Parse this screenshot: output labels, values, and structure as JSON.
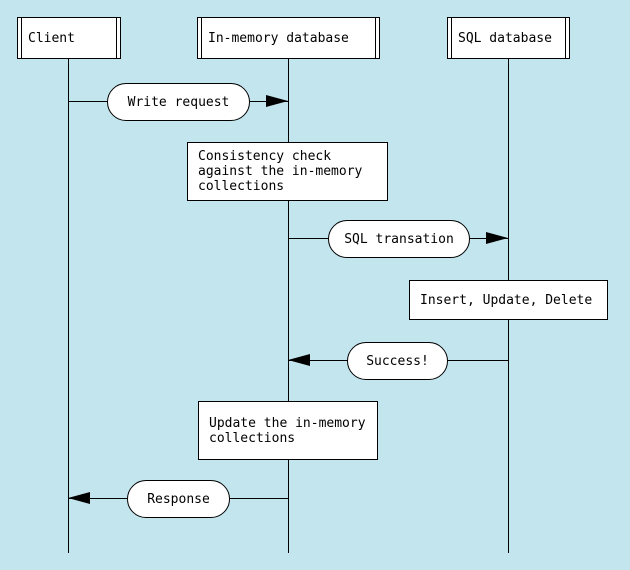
{
  "colors": {
    "canvas-bg": "#c3e5ee",
    "shape-fill": "#ffffff",
    "stroke": "#000000"
  },
  "diagram": {
    "type": "sequence-diagram",
    "actors": [
      {
        "label": "Client"
      },
      {
        "label": "In-memory database"
      },
      {
        "label": "SQL database"
      }
    ],
    "messages": [
      {
        "label": "Write request",
        "from": "Client",
        "to": "In-memory database",
        "direction": "right"
      },
      {
        "label": "SQL transation",
        "from": "In-memory database",
        "to": "SQL database",
        "direction": "right"
      },
      {
        "label": "Success!",
        "from": "SQL database",
        "to": "In-memory database",
        "direction": "left"
      },
      {
        "label": "Response",
        "from": "In-memory database",
        "to": "Client",
        "direction": "left"
      }
    ],
    "notes": [
      {
        "text": "Consistency check\nagainst the in-memory\ncollections",
        "attached_to": "In-memory database"
      },
      {
        "text": "Insert, Update, Delete",
        "attached_to": "SQL database"
      },
      {
        "text": "Update the in-memory\ncollections",
        "attached_to": "In-memory database"
      }
    ]
  }
}
